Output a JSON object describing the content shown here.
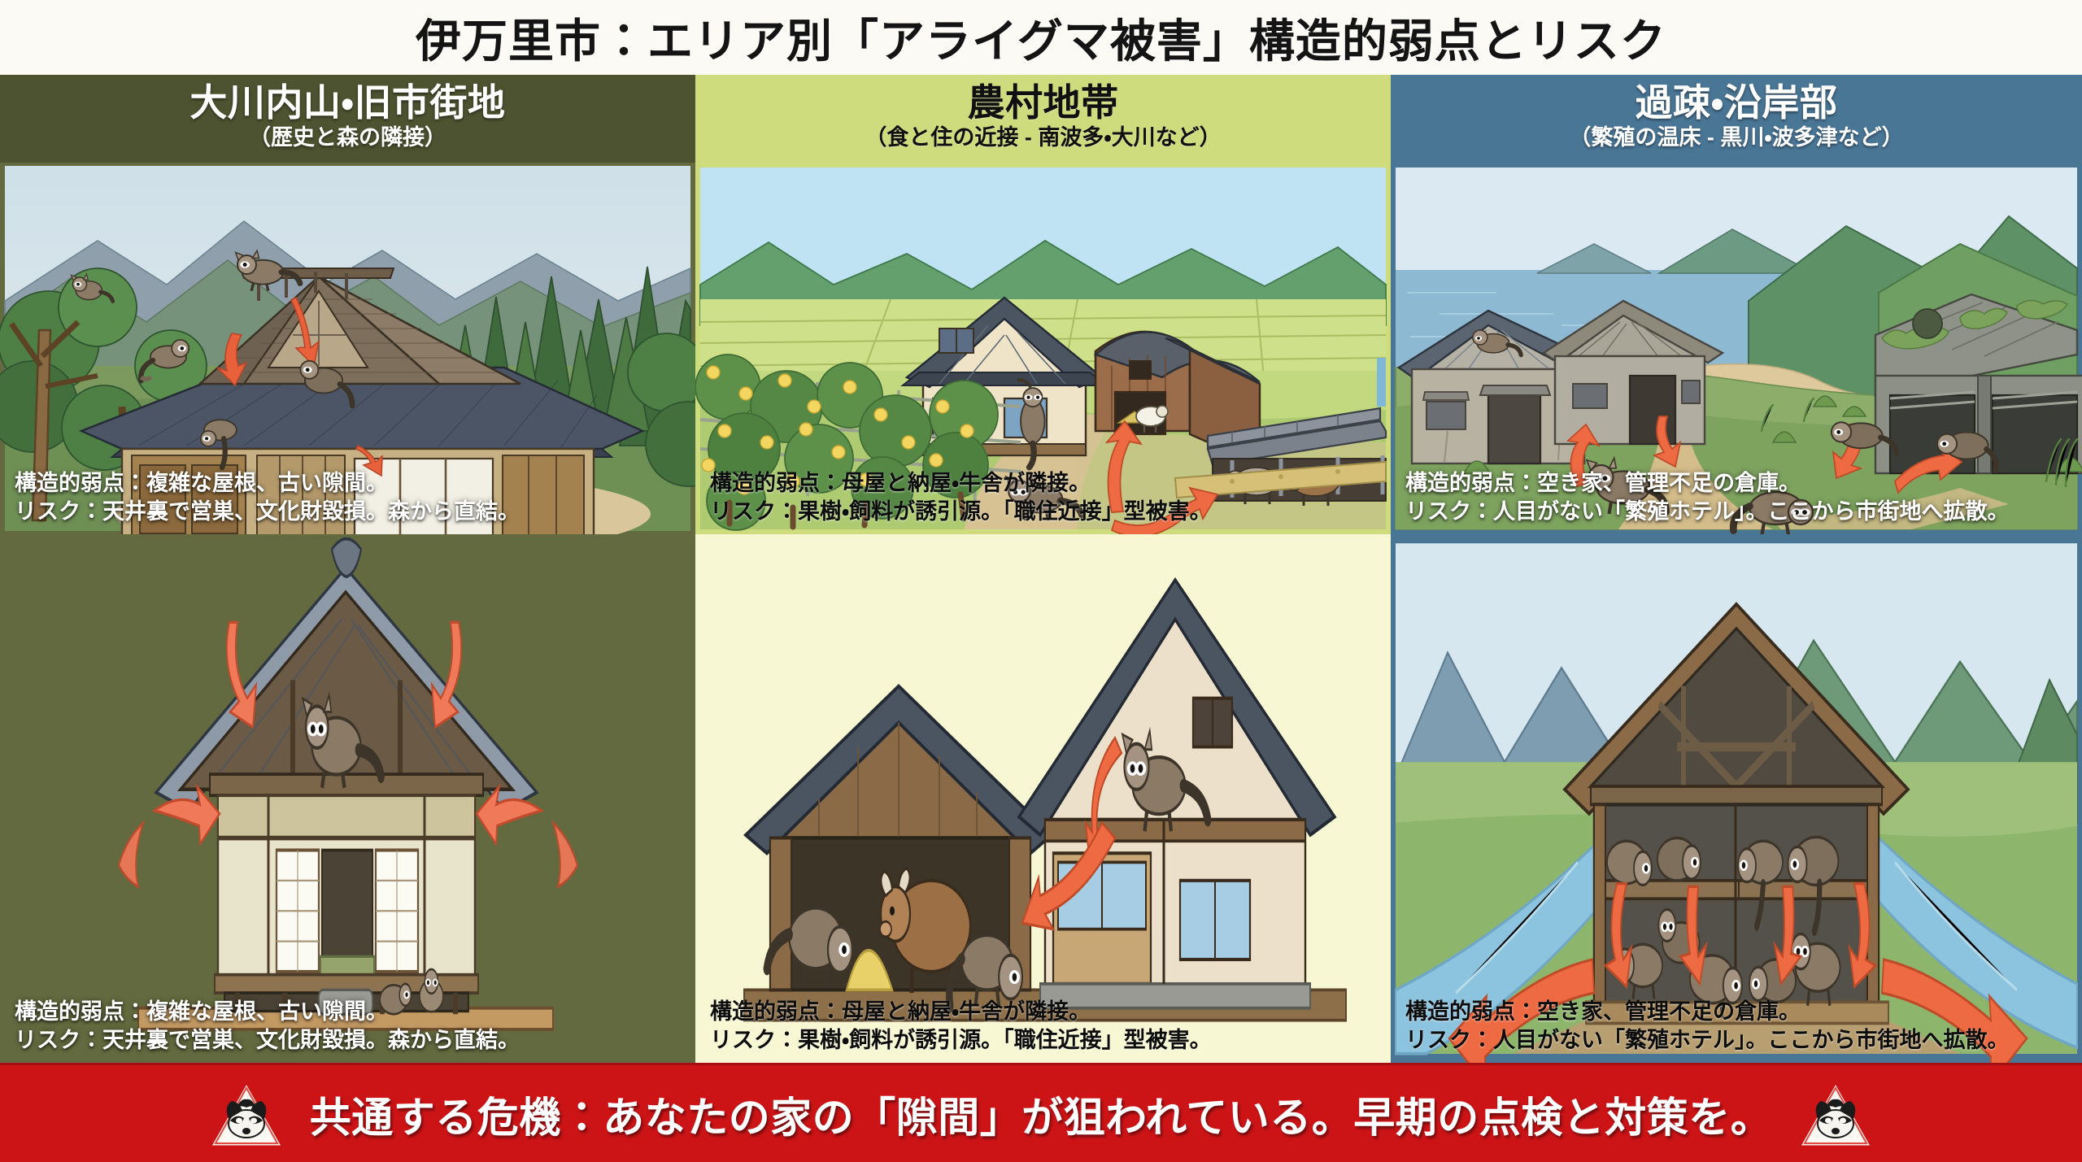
{
  "poster": {
    "title": "伊万里市：エリア別「アライグマ被害」構造的弱点とリスク",
    "colors": {
      "title_bg": "#fbfaf5",
      "col1_header_bg": "#4d5230",
      "col1_body_bg": "#646a3f",
      "col2_header_bg": "#cfdc7d",
      "col2_body_bg": "#f3f5c8",
      "col3_header_bg": "#4a7696",
      "col3_body_bg": "#dfe9f0",
      "banner_bg": "#cc1417",
      "arrow": "#e8613a",
      "banner_text": "#ffffff"
    }
  },
  "columns": [
    {
      "id": "okawachiyama",
      "heading": "大川内山・旧市街地",
      "subheading": "（歴史と森の隣接）",
      "header_theme": "light",
      "top_panel": {
        "scene_name": "forest-traditional-house-scene",
        "caption_theme": "light",
        "caption_line1": "構造的弱点：複雑な屋根、古い隙間。",
        "caption_line2": "リスク：天井裏で営巣、文化財毀損。森から直結。"
      },
      "bottom_panel": {
        "scene_name": "traditional-house-cutaway-scene",
        "caption_theme": "light",
        "caption_line1": "構造的弱点：複雑な屋根、古い隙間。",
        "caption_line2": "リスク：天井裏で営巣、文化財毀損。森から直結。"
      }
    },
    {
      "id": "noson",
      "heading": "農村地帯",
      "subheading": "（食と住の近接 - 南波多・大川など）",
      "header_theme": "dark",
      "top_panel": {
        "scene_name": "farm-orchard-barn-scene",
        "caption_theme": "dark",
        "caption_line1": "構造的弱点：母屋と納屋・牛舎が隣接。",
        "caption_line2": "リスク：果樹・飼料が誘引源。「職住近接」型被害。"
      },
      "bottom_panel": {
        "scene_name": "barn-house-cutaway-scene",
        "caption_theme": "dark",
        "caption_line1": "構造的弱点：母屋と納屋・牛舎が隣接。",
        "caption_line2": "リスク：果樹・飼料が誘引源。「職住近接」型被害。"
      }
    },
    {
      "id": "kaso-engan",
      "heading": "過疎・沿岸部",
      "subheading": "（繁殖の温床 - 黒川・波多津など）",
      "header_theme": "light",
      "top_panel": {
        "scene_name": "coastal-abandoned-village-scene",
        "caption_theme": "light",
        "caption_line1": "構造的弱点：空き家、管理不足の倉庫。",
        "caption_line2": "リスク：人目がない「繁殖ホテル」。ここから市街地へ拡散。"
      },
      "bottom_panel": {
        "scene_name": "warehouse-breeding-cutaway-scene",
        "caption_theme": "dark",
        "caption_line1": "構造的弱点：空き家、管理不足の倉庫。",
        "caption_line2": "リスク：人目がない「繁殖ホテル」。ここから市街地へ拡散。"
      }
    }
  ],
  "banner": {
    "text": "共通する危機：あなたの家の「隙間」が狙われている。早期の点検と対策を。",
    "left_icon": "raccoon-warning-triangle-icon",
    "right_icon": "raccoon-warning-triangle-icon"
  }
}
